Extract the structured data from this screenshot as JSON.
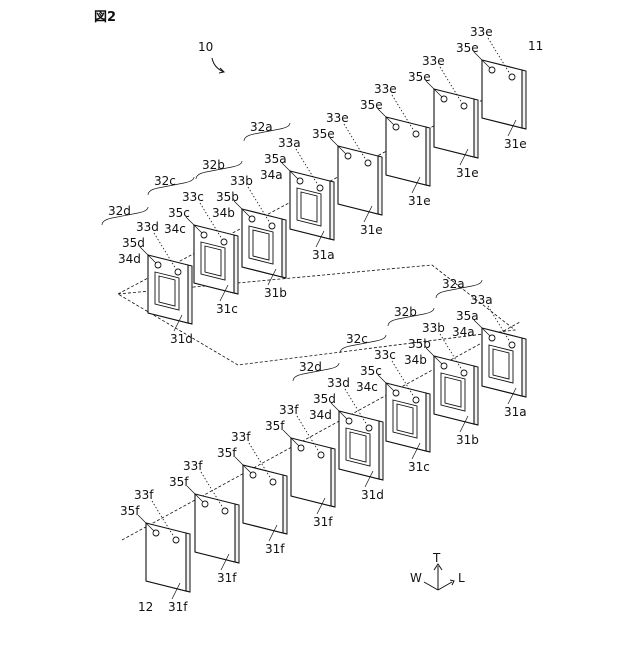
{
  "figure": {
    "title": "図2",
    "assembly_top": "10",
    "direction_axes": {
      "up": "T",
      "left": "W",
      "right": "L"
    }
  },
  "upper_stack": {
    "plates": [
      {
        "body": "31d",
        "coil": "34d",
        "pad": "35d",
        "via": "33d",
        "group": "32d"
      },
      {
        "body": "31c",
        "coil": "34c",
        "pad": "35c",
        "via": "33c",
        "group": "32c"
      },
      {
        "body": "31b",
        "coil": "34b",
        "pad": "35b",
        "via": "33b",
        "group": "32b"
      },
      {
        "body": "31a",
        "coil": "34a",
        "pad": "35a",
        "via": "33a",
        "group": "32a"
      },
      {
        "body": "31e",
        "pad": "35e",
        "via": "33e"
      },
      {
        "body": "31e",
        "pad": "35e",
        "via": "33e"
      },
      {
        "body": "31e",
        "pad": "35e",
        "via": "33e"
      },
      {
        "body": "31e",
        "pad": "35e",
        "via": "33e",
        "label": "11"
      }
    ]
  },
  "lower_stack": {
    "plates": [
      {
        "body": "31f",
        "pad": "35f",
        "via": "33f",
        "label": "12"
      },
      {
        "body": "31f",
        "pad": "35f",
        "via": "33f"
      },
      {
        "body": "31f",
        "pad": "35f",
        "via": "33f"
      },
      {
        "body": "31f",
        "pad": "35f",
        "via": "33f"
      },
      {
        "body": "31d",
        "coil": "34d",
        "pad": "35d",
        "via": "33d",
        "group": "32d"
      },
      {
        "body": "31c",
        "coil": "34c",
        "pad": "35c",
        "via": "33c",
        "group": "32c"
      },
      {
        "body": "31b",
        "coil": "34b",
        "pad": "35b",
        "via": "33b",
        "group": "32b"
      },
      {
        "body": "31a",
        "coil": "34a",
        "pad": "35a",
        "via": "33a",
        "group": "32a"
      }
    ]
  }
}
